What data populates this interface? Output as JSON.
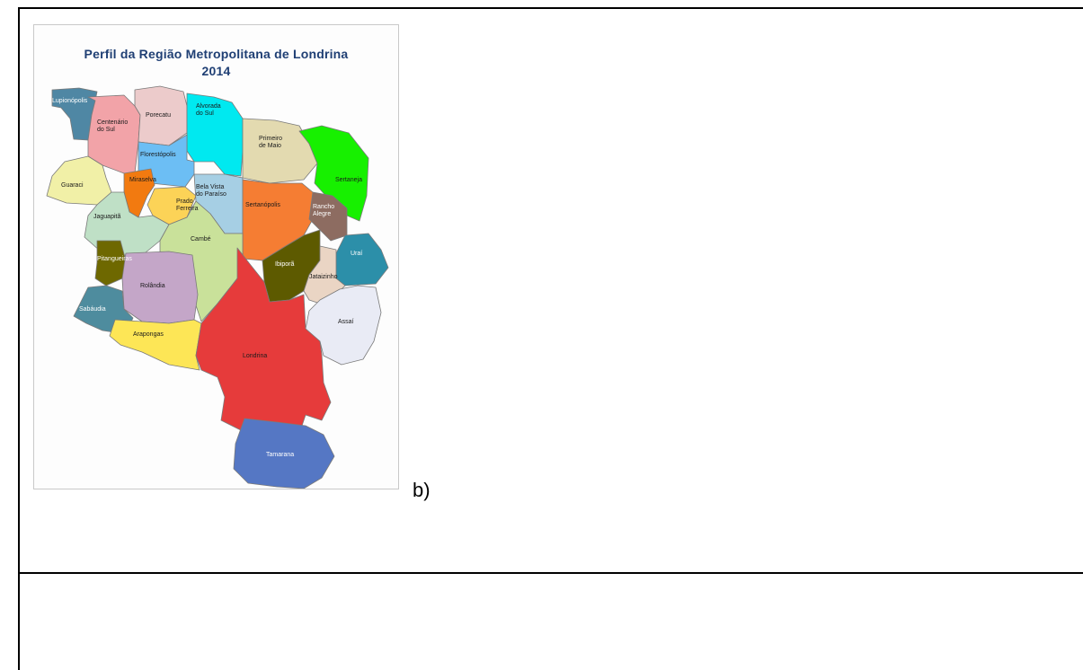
{
  "map": {
    "title_line1": "Perfil da Região Metropolitana de Londrina",
    "title_line2": "2014",
    "municipalities": [
      {
        "name": "Lupionópolis",
        "color": "#4f87a4"
      },
      {
        "name": "Centenário do Sul",
        "color": "#f2a3a8"
      },
      {
        "name": "Porecatu",
        "color": "#eccbcb"
      },
      {
        "name": "Alvorada do Sul",
        "color": "#00e9f0"
      },
      {
        "name": "Primeiro de Maio",
        "color": "#e3dab0"
      },
      {
        "name": "Sertaneja",
        "color": "#17f000"
      },
      {
        "name": "Florestópolis",
        "color": "#6cbef4"
      },
      {
        "name": "Guaraci",
        "color": "#f1f0a7"
      },
      {
        "name": "Miraselva",
        "color": "#f27a10"
      },
      {
        "name": "Prado Ferreira",
        "color": "#fcd357"
      },
      {
        "name": "Bela Vista do Paraíso",
        "color": "#a6cfe4"
      },
      {
        "name": "Sertanópolis",
        "color": "#f57d33"
      },
      {
        "name": "Rancho Alegre",
        "color": "#8d6c61"
      },
      {
        "name": "Jaguapitã",
        "color": "#bfe0c6"
      },
      {
        "name": "Cambé",
        "color": "#c9e19a"
      },
      {
        "name": "Pitangueiras",
        "color": "#6e6800"
      },
      {
        "name": "Ibiporã",
        "color": "#5d5a00"
      },
      {
        "name": "Uraí",
        "color": "#2c8fa9"
      },
      {
        "name": "Jataizinho",
        "color": "#ead5c4"
      },
      {
        "name": "Rolândia",
        "color": "#c4a6c8"
      },
      {
        "name": "Sabáudia",
        "color": "#4e8c9e"
      },
      {
        "name": "Assaí",
        "color": "#e9ebf5"
      },
      {
        "name": "Arapongas",
        "color": "#fde656"
      },
      {
        "name": "Londrina",
        "color": "#e63b3b"
      },
      {
        "name": "Tamarana",
        "color": "#5577c4"
      }
    ]
  },
  "caption": "b)"
}
